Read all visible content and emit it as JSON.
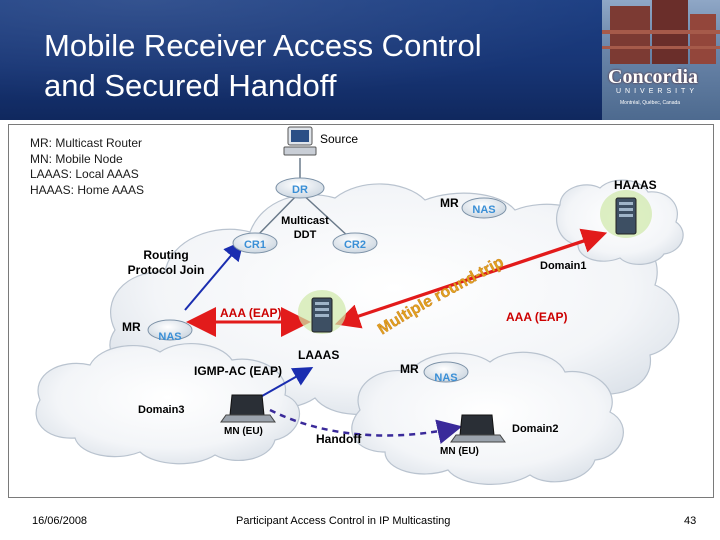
{
  "slide": {
    "title_line1": "Mobile Receiver Access Control",
    "title_line2": "and Secured Handoff",
    "logo": {
      "name": "Concordia",
      "sub": "UNIVERSITY",
      "tagline": "Montréal, Québec, Canada"
    }
  },
  "legend": {
    "lines": [
      "MR: Multicast Router",
      "MN: Mobile Node",
      "LAAAS: Local AAAS",
      "HAAAS: Home AAAS"
    ]
  },
  "nodes": {
    "source": "Source",
    "dr": "DR",
    "cr1": "CR1",
    "cr2": "CR2",
    "multicast_ddt_1": "Multicast",
    "multicast_ddt_2": "DDT",
    "routing_join_1": "Routing",
    "routing_join_2": "Protocol Join",
    "mr_left": "MR",
    "nas_left": "NAS",
    "mr_top": "MR",
    "nas_top": "NAS",
    "mr_bottom": "MR",
    "nas_bottom": "NAS",
    "haaas": "HAAAS",
    "laaas": "LAAAS",
    "domain1": "Domain1",
    "domain2": "Domain2",
    "domain3": "Domain3",
    "aaa_eap_left": "AAA (EAP)",
    "aaa_eap_right": "AAA (EAP)",
    "igmp_ac": "IGMP-AC (EAP)",
    "mn_left": "MN (EU)",
    "mn_right": "MN (EU)",
    "handoff": "Handoff",
    "multiple_round_trips": "Multiple round-trips"
  },
  "footer": {
    "date": "16/06/2008",
    "title": "Participant Access Control in IP Multicasting",
    "page": "43"
  },
  "colors": {
    "header": "#173575",
    "router_blue": "#3a8fd6",
    "red_text": "#cc0000",
    "arrow_red": "#e21b1b",
    "arrow_blue": "#1a2db0",
    "handoff_dash": "#3a2a9a"
  }
}
